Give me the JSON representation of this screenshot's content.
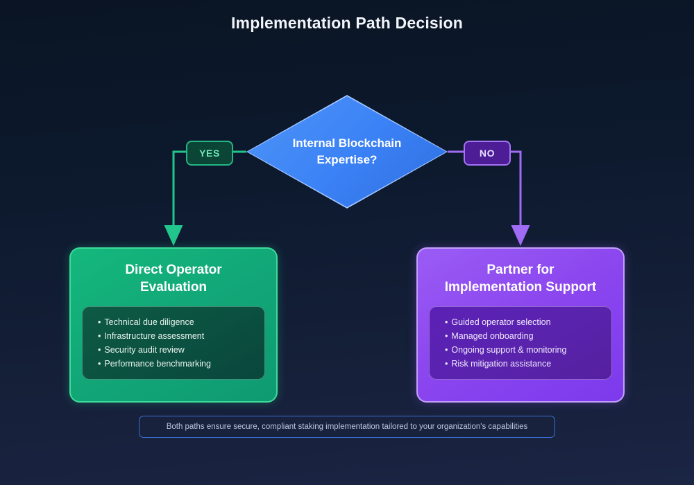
{
  "page": {
    "title": "Implementation Path Decision",
    "background_top": "#0a1424",
    "background_bottom": "#1b2544"
  },
  "decision": {
    "label": "Internal Blockchain\nExpertise?",
    "fill": "#3b82f6",
    "border": "#a8c9ff"
  },
  "branches": [
    {
      "key": "yes",
      "label": "YES",
      "fill": "#0b4536",
      "border": "#25b685",
      "text_color": "#6ee7b7",
      "connector_color": "#22c58c"
    },
    {
      "key": "no",
      "label": "NO",
      "fill": "#4c1d95",
      "border": "#a474f5",
      "text_color": "#e9ddff",
      "connector_color": "#a06bf5"
    }
  ],
  "outcomes": [
    {
      "key": "direct",
      "title": "Direct Operator\nEvaluation",
      "accent": "#14b87d",
      "border": "#3ddc9a",
      "items": [
        "Technical due diligence",
        "Infrastructure assessment",
        "Security audit review",
        "Performance benchmarking"
      ]
    },
    {
      "key": "partner",
      "title": "Partner for\nImplementation Support",
      "accent": "#8b46ee",
      "border": "#c3a0fb",
      "items": [
        "Guided operator selection",
        "Managed onboarding",
        "Ongoing support & monitoring",
        "Risk mitigation assistance"
      ]
    }
  ],
  "footer": {
    "text": "Both paths ensure secure, compliant staking implementation tailored to your organization's capabilities",
    "border": "#3b6fd4"
  }
}
